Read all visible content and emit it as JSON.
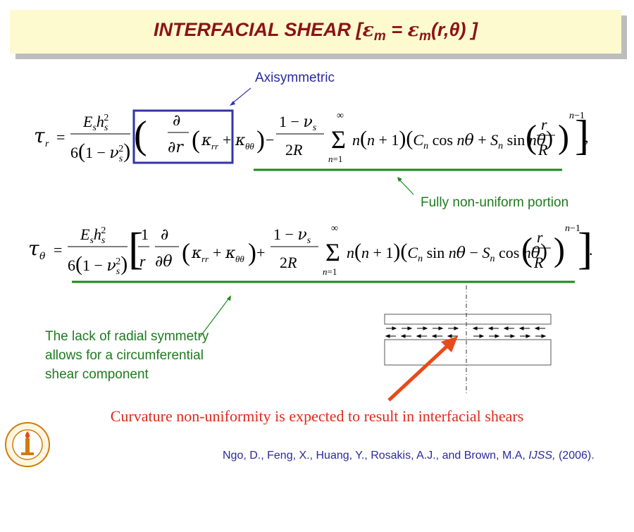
{
  "title": {
    "prefix": "INTERFACIAL SHEAR [",
    "eps": "ε",
    "sub": "m",
    "equals": " = ",
    "eps2": "ε",
    "sub2": "m",
    "args": "(r,θ) ]"
  },
  "annotations": {
    "axisymmetric": "Axisymmetric",
    "fully_nonuniform": "Fully non-uniform portion",
    "lack_radial": "The lack of radial symmetry allows for a circumferential shear component"
  },
  "curvature_statement": "Curvature non-uniformity is expected to result in interfacial shears",
  "citation": {
    "authors": "Ngo, D., Feng, X., Huang, Y., Rosakis, A.J., and Brown, M.A, ",
    "journal": "IJSS,",
    "year": " (2006)."
  },
  "colors": {
    "title_text": "#8b1414",
    "title_bg": "#fdfad0",
    "blue": "#2a2aa0",
    "green": "#1f7a1f",
    "red": "#e02a1a",
    "underline_green": "#1a8a1a",
    "box_blue": "#3333aa"
  },
  "icons": {
    "seal": "caltech-seal-icon"
  }
}
